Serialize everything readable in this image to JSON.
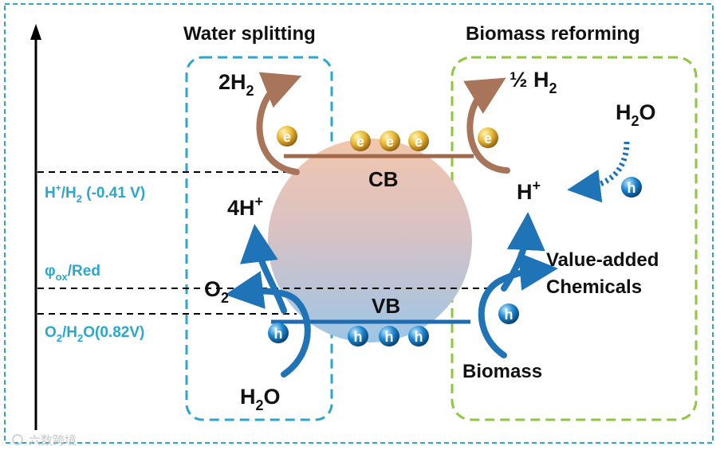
{
  "titles": {
    "water_splitting": "Water splitting",
    "biomass_reforming": "Biomass reforming"
  },
  "energy_levels": {
    "h_plus_h2": {
      "main": "H",
      "sup": "+",
      "mid": "/H",
      "sub": "2",
      "rest": " (-0.41 V)"
    },
    "phi_ox_red": {
      "main": "φ",
      "sub": "ox",
      "rest": "/Red"
    },
    "o2_h2o": {
      "main": "O",
      "sub": "2",
      "rest": "/H",
      "sub2": "2",
      "rest2": "O(0.82V)"
    }
  },
  "bands": {
    "cb": "CB",
    "vb": "VB"
  },
  "species": {
    "two_h2": {
      "main": "2H",
      "sub": "2"
    },
    "four_h_plus": {
      "main": "4H",
      "sup": "+"
    },
    "o2": {
      "main": "O",
      "sub": "2"
    },
    "h2o_left": {
      "main": "H",
      "sub": "2",
      "rest": "O"
    },
    "half_h2": {
      "main": "½ H",
      "sub": "2"
    },
    "h2o_right": {
      "main": "H",
      "sub": "2",
      "rest": "O"
    },
    "h_plus_right": {
      "main": "H",
      "sup": "+"
    },
    "value_added": [
      "Value-added",
      "Chemicals"
    ],
    "biomass": "Biomass"
  },
  "particles": {
    "electron": "e",
    "hole": "h"
  },
  "watermark": "六数跨境",
  "colors": {
    "frame": "#2aa6cf",
    "left_box": "#2aa6cf",
    "right_box": "#8dc63f",
    "cb_line": "#a06a4a",
    "vb_line": "#1f6bb0",
    "brown_arrow": "#a8745a",
    "blue_arrow": "#1f73b7",
    "electron": "#e2b23a",
    "hole": "#1b7fc4",
    "label_blue": "#2aa6cf"
  }
}
